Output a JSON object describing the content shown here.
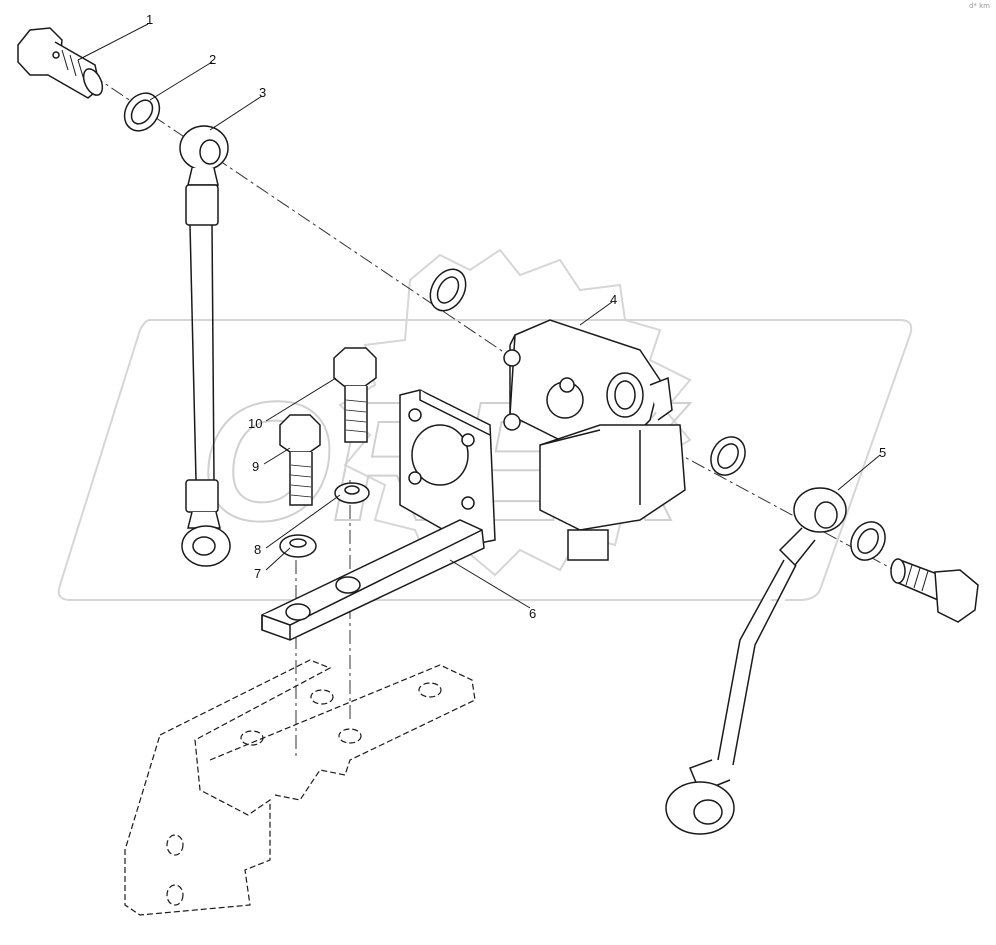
{
  "diagram": {
    "corner_mark": "d* km",
    "watermark_text": "OREX",
    "callouts": [
      {
        "id": "c1",
        "label": "1"
      },
      {
        "id": "c2",
        "label": "2"
      },
      {
        "id": "c3",
        "label": "3"
      },
      {
        "id": "c4",
        "label": "4"
      },
      {
        "id": "c5",
        "label": "5"
      },
      {
        "id": "c6",
        "label": "6"
      },
      {
        "id": "c7",
        "label": "7"
      },
      {
        "id": "c8",
        "label": "8"
      },
      {
        "id": "c9",
        "label": "9"
      },
      {
        "id": "c10",
        "label": "10"
      }
    ],
    "colors": {
      "line": "#1a1a1a",
      "dash": "#333333",
      "watermark": "#d9d9d9",
      "part_fill": "#ffffff",
      "shade": "#e6e6e6"
    }
  }
}
